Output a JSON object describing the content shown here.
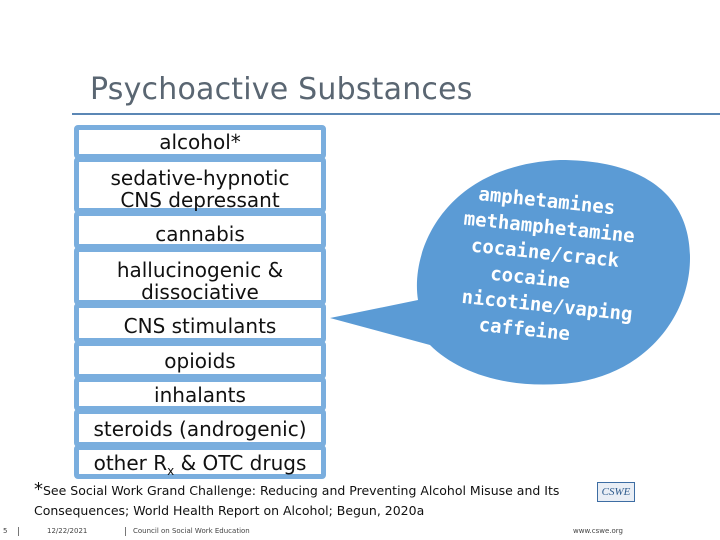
{
  "slide": {
    "title": "Psychoactive Substances",
    "categories": [
      {
        "lines": [
          "alcohol*"
        ]
      },
      {
        "lines": [
          "sedative-hypnotic",
          "CNS depressant"
        ]
      },
      {
        "lines": [
          "cannabis"
        ]
      },
      {
        "lines": [
          "hallucinogenic &",
          "dissociative"
        ]
      },
      {
        "lines": [
          "CNS stimulants"
        ]
      },
      {
        "lines": [
          "opioids"
        ]
      },
      {
        "lines": [
          "inhalants"
        ]
      },
      {
        "lines": [
          "steroids (androgenic)"
        ]
      },
      {
        "lines": [
          "other R",
          "x",
          " & OTC drugs"
        ]
      }
    ],
    "stimulants_bubble": {
      "items": [
        "amphetamines",
        "methamphetamine",
        "cocaine/crack",
        "cocaine",
        "nicotine/vaping",
        "caffeine"
      ],
      "fill_color": "#5b9bd5"
    },
    "footnote": {
      "star": "*",
      "text": "See Social Work Grand Challenge: Reducing and Preventing Alcohol Misuse and Its Consequences; World Health Report on Alcohol; Begun, 2020a"
    },
    "logo_text": "CSWE"
  },
  "footer": {
    "page_number": "5",
    "date": "12/22/2021",
    "organization": "Council on Social Work Education",
    "url": "www.cswe.org"
  },
  "colors": {
    "box_border": "#7aaede",
    "title_rule": "#5b87b5",
    "title_text": "#5a6672"
  }
}
